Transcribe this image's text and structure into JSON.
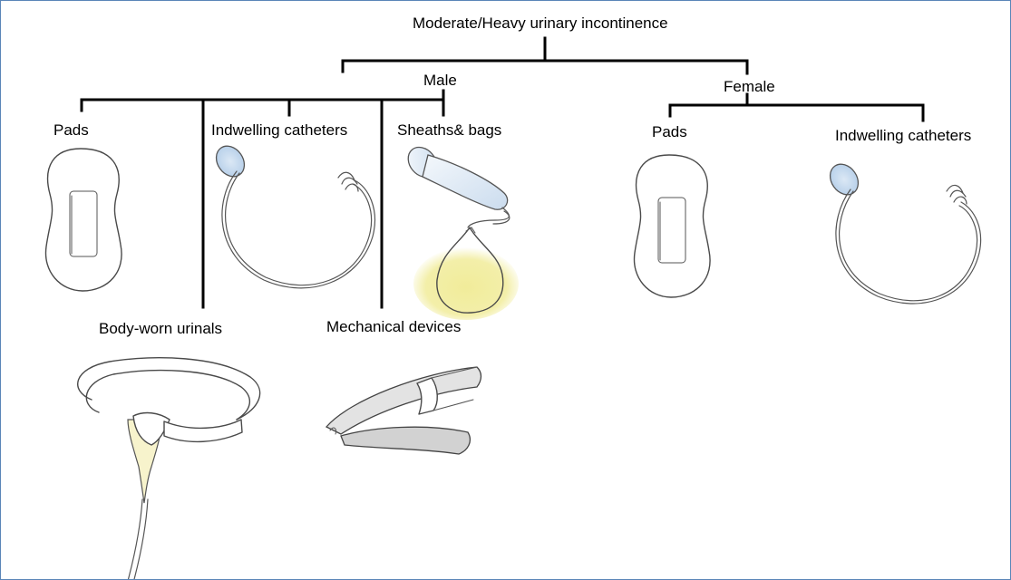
{
  "title": "Moderate/Heavy urinary incontinence",
  "male": {
    "label": "Male",
    "branches": {
      "pads": "Pads",
      "indwelling_catheters": "Indwelling catheters",
      "sheaths_bags": "Sheaths& bags",
      "body_worn_urinals": "Body-worn urinals",
      "mechanical_devices": "Mechanical devices"
    }
  },
  "female": {
    "label": "Female",
    "branches": {
      "pads": "Pads",
      "indwelling_catheters": "Indwelling catheters"
    }
  },
  "colors": {
    "frame_border": "#5a85b8",
    "tree_line": "#000000",
    "urine_fill": "#f1ec9a",
    "balloon_fill": "#cfe0f0",
    "sheath_fill": "#dfe9f3",
    "device_shade": "#cfcfcf"
  },
  "icons": {
    "pad": "pad-icon",
    "catheter": "catheter-icon",
    "sheath_bag": "sheath-bag-icon",
    "urinal": "body-worn-urinal-icon",
    "clamp": "penile-clamp-icon"
  }
}
